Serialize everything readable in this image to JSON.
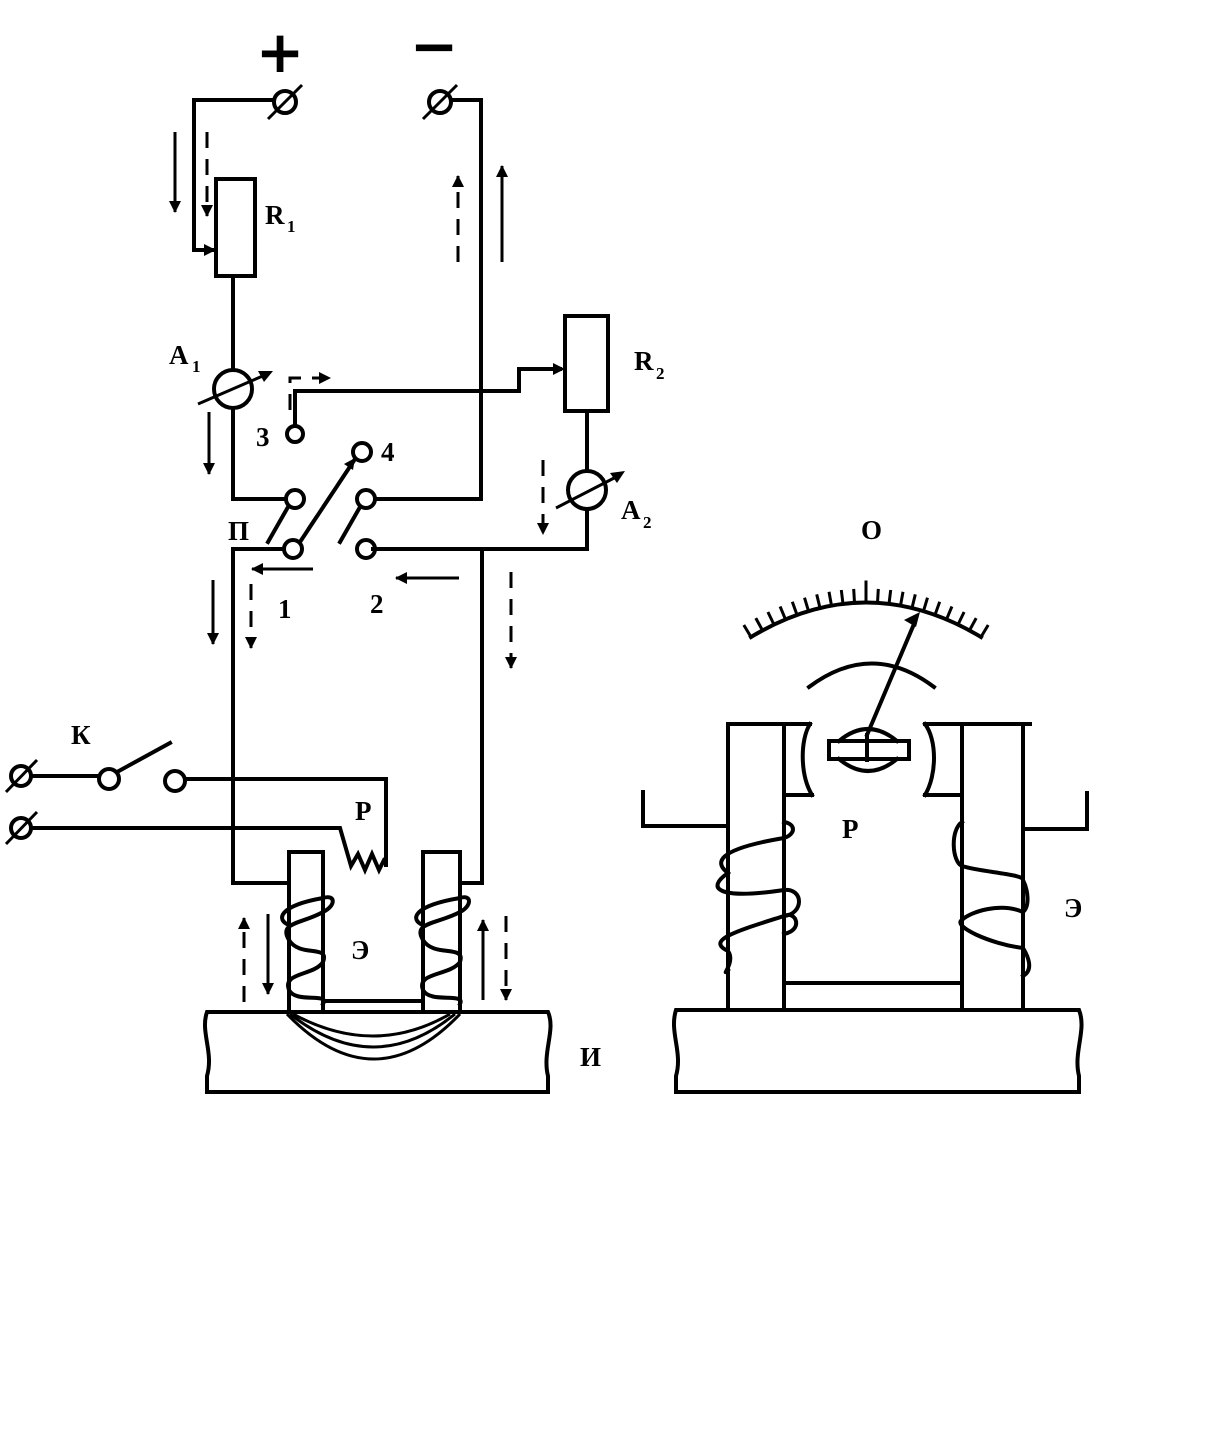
{
  "terminals": {
    "plus": "+",
    "minus": "−"
  },
  "labels": {
    "r1": "R",
    "r1_sub": "1",
    "r2": "R",
    "r2_sub": "2",
    "a1": "A",
    "a1_sub": "1",
    "a2": "A",
    "a2_sub": "2",
    "contact_1": "1",
    "contact_2": "2",
    "contact_3": "3",
    "contact_4": "4",
    "switch_p": "П",
    "key_k": "К",
    "relay_left": "Р",
    "electromagnet_left": "Э",
    "workpiece": "И",
    "scale": "О",
    "relay_right": "Р",
    "electromagnet_right": "Э"
  }
}
